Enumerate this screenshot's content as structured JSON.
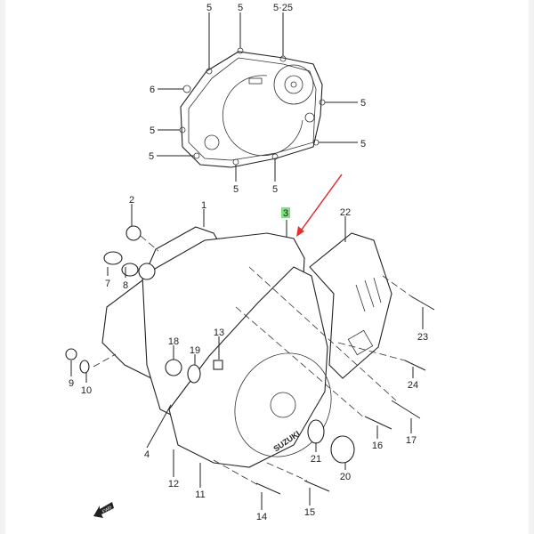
{
  "diagram": {
    "callouts": [
      "5",
      "5",
      "5·25",
      "6",
      "5",
      "5",
      "5",
      "5",
      "5",
      "5",
      "2",
      "1",
      "3",
      "22",
      "7",
      "8",
      "9",
      "10",
      "18",
      "19",
      "13",
      "23",
      "24",
      "17",
      "16",
      "21",
      "20",
      "4",
      "12",
      "11",
      "14",
      "15"
    ],
    "brand_mark": "SUZUKI",
    "direction_mark": "FWD",
    "highlight_color": "#7ee07e",
    "arrow_color": "#e23030"
  }
}
